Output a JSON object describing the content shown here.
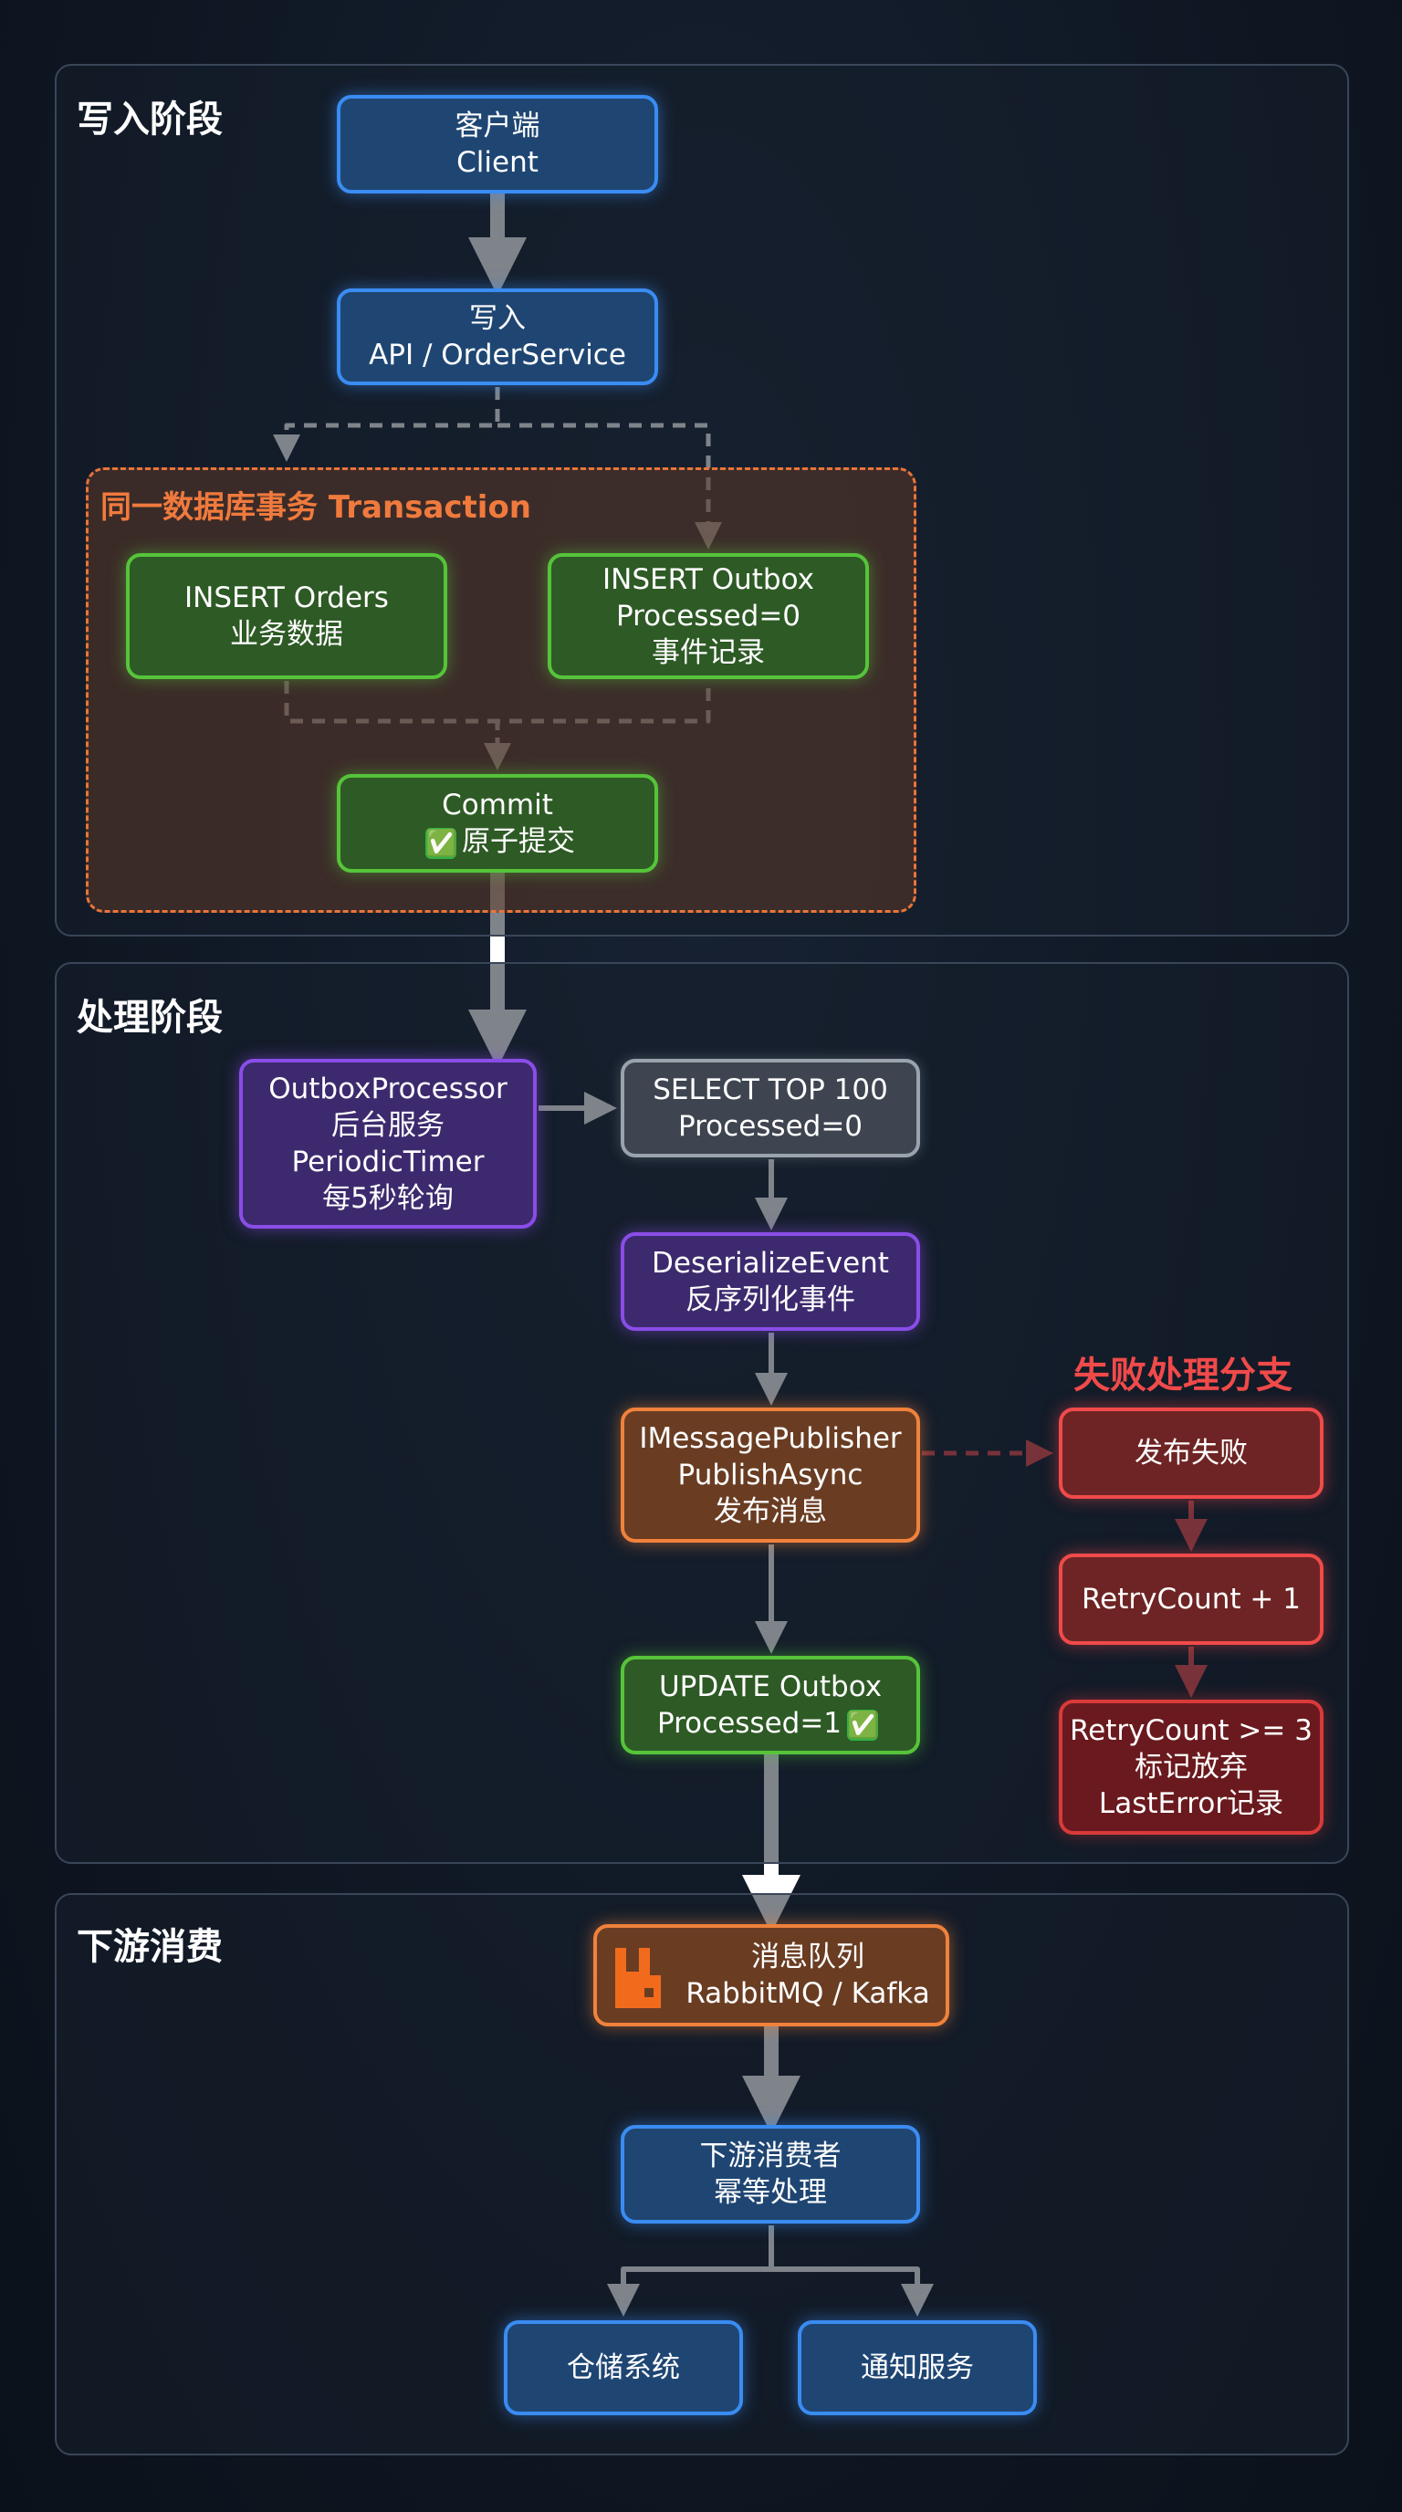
{
  "sections": {
    "write": "写入阶段",
    "process": "处理阶段",
    "downstream": "下游消费"
  },
  "transaction_title": "同一数据库事务 Transaction",
  "fail_title": "失败处理分支",
  "nodes": {
    "client": [
      "客户端",
      "Client"
    ],
    "write_api": [
      "写入",
      "API / OrderService"
    ],
    "insert_orders": [
      "INSERT Orders",
      "业务数据"
    ],
    "insert_outbox": [
      "INSERT Outbox",
      "Processed=0",
      "事件记录"
    ],
    "commit": [
      "Commit",
      "✅",
      "原子提交"
    ],
    "processor": [
      "OutboxProcessor",
      "后台服务",
      "PeriodicTimer",
      "每5秒轮询"
    ],
    "select": [
      "SELECT TOP 100",
      "Processed=0"
    ],
    "deserialize": [
      "DeserializeEvent",
      "反序列化事件"
    ],
    "publisher": [
      "IMessagePublisher",
      "PublishAsync",
      "发布消息"
    ],
    "update": [
      "UPDATE Outbox",
      "Processed=1",
      "✅"
    ],
    "publish_fail": [
      "发布失败"
    ],
    "retry_inc": [
      "RetryCount + 1"
    ],
    "retry_max": [
      "RetryCount >= 3",
      "标记放弃",
      "LastError记录"
    ],
    "mq": [
      "消息队列",
      "RabbitMQ / Kafka"
    ],
    "consumer": [
      "下游消费者",
      "幂等处理"
    ],
    "warehouse": [
      "仓储系统"
    ],
    "notify": [
      "通知服务"
    ]
  },
  "colors": {
    "blue": "#3a8cf2",
    "green": "#56c43a",
    "purple": "#8a4de8",
    "gray": "#9aa3ad",
    "orange": "#f0823c",
    "red": "#f04a4a",
    "arrow": "#ffffff"
  },
  "icons": {
    "commit": "check-mark-icon",
    "mq": "rabbitmq-logo-icon"
  }
}
